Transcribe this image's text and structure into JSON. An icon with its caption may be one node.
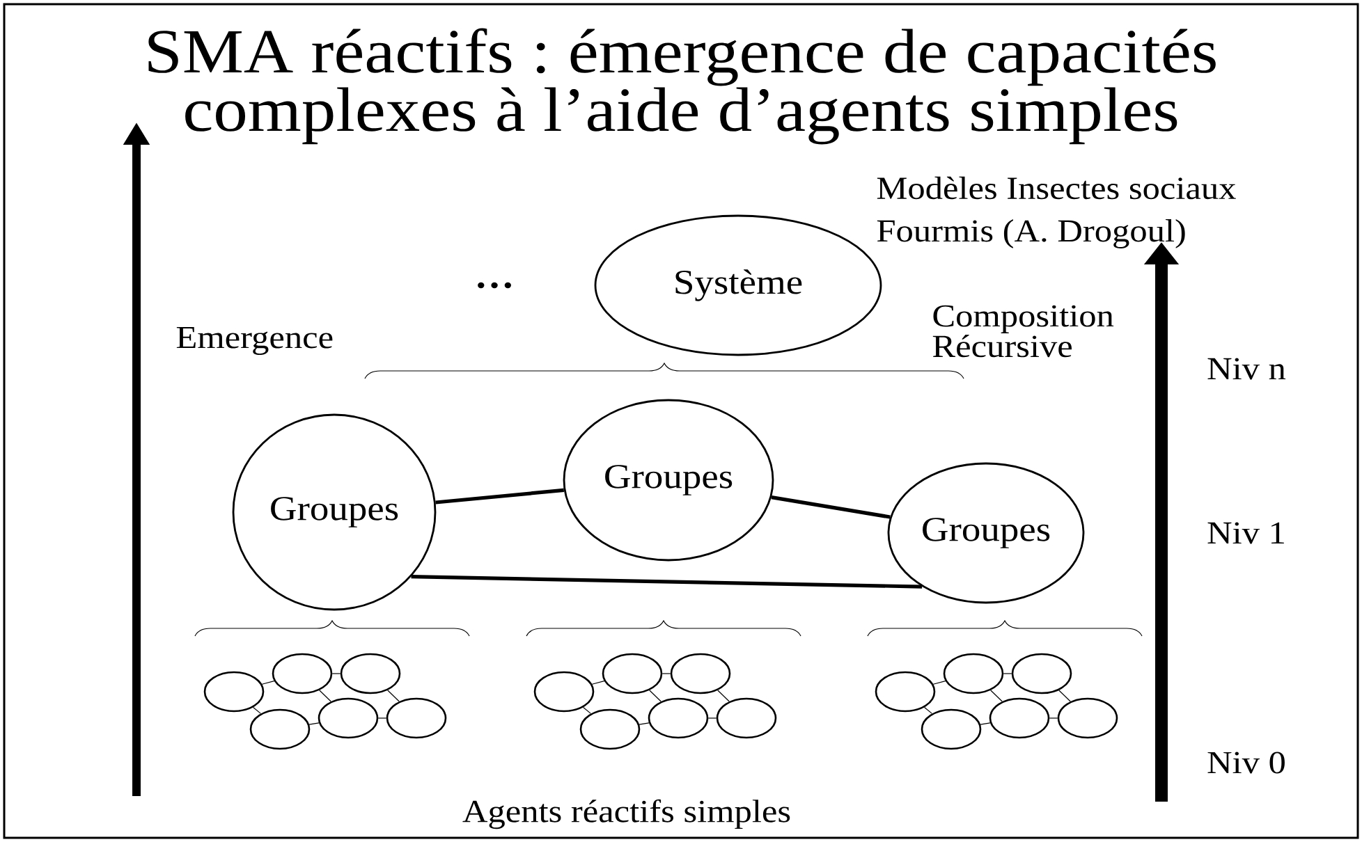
{
  "diagram": {
    "title": "SMA réactifs : émergence de capacités complexes à l’aide d’agents simples",
    "nodes": [
      {
        "text": [
          "Système"
        ]
      },
      {
        "text": [
          "Groupes"
        ]
      },
      {
        "text": [
          "Groupes"
        ]
      },
      {
        "text": [
          "Groupes"
        ]
      },
      {
        "text": [],
        "shape": "circle"
      },
      {
        "text": [],
        "shape": "circle"
      },
      {
        "text": [],
        "shape": "circle"
      },
      {
        "text": [],
        "shape": "circle"
      },
      {
        "text": [],
        "shape": "circle"
      },
      {
        "text": [],
        "shape": "circle"
      },
      {
        "text": [],
        "shape": "circle"
      },
      {
        "text": [],
        "shape": "circle"
      },
      {
        "text": [],
        "shape": "circle"
      },
      {
        "text": [],
        "shape": "circle"
      },
      {
        "text": [],
        "shape": "circle"
      },
      {
        "text": [],
        "shape": "circle"
      },
      {
        "text": [],
        "shape": "circle"
      },
      {
        "text": [],
        "shape": "circle"
      },
      {
        "text": [],
        "shape": "circle"
      },
      {
        "text": [],
        "shape": "circle"
      },
      {
        "text": [],
        "shape": "circle"
      },
      {
        "text": [],
        "shape": "circle"
      }
    ],
    "edges": [
      {
        "from": 1,
        "to": 2,
        "arrow": "none",
        "style": "thick"
      },
      {
        "from": 2,
        "to": 3,
        "arrow": "none",
        "style": "thick"
      },
      {
        "from": 1,
        "to": 3,
        "arrow": "none",
        "style": "thick"
      },
      {
        "from": 4,
        "to": 6,
        "arrow": "none"
      },
      {
        "from": 6,
        "to": 8,
        "arrow": "none"
      },
      {
        "from": 4,
        "to": 5,
        "arrow": "none"
      },
      {
        "from": 6,
        "to": 7,
        "arrow": "none"
      },
      {
        "from": 8,
        "to": 9,
        "arrow": "none"
      },
      {
        "from": 5,
        "to": 7,
        "arrow": "none"
      },
      {
        "from": 7,
        "to": 9,
        "arrow": "none"
      },
      {
        "from": 10,
        "to": 12,
        "arrow": "none"
      },
      {
        "from": 12,
        "to": 14,
        "arrow": "none"
      },
      {
        "from": 10,
        "to": 11,
        "arrow": "none"
      },
      {
        "from": 12,
        "to": 13,
        "arrow": "none"
      },
      {
        "from": 14,
        "to": 15,
        "arrow": "none"
      },
      {
        "from": 11,
        "to": 13,
        "arrow": "none"
      },
      {
        "from": 13,
        "to": 15,
        "arrow": "none"
      },
      {
        "from": 16,
        "to": 18,
        "arrow": "none"
      },
      {
        "from": 18,
        "to": 20,
        "arrow": "none"
      },
      {
        "from": 16,
        "to": 17,
        "arrow": "none"
      },
      {
        "from": 18,
        "to": 19,
        "arrow": "none"
      },
      {
        "from": 20,
        "to": 21,
        "arrow": "none"
      },
      {
        "from": 17,
        "to": 19,
        "arrow": "none"
      },
      {
        "from": 19,
        "to": 21,
        "arrow": "none"
      }
    ],
    "labels": [
      "Modèles Insectes sociaux",
      "Fourmis (A. Drogoul)",
      "…",
      "Emergence",
      "Composition Récursive",
      "Niv n",
      "Niv 1",
      "Niv 0",
      "Agents réactifs simples"
    ]
  }
}
